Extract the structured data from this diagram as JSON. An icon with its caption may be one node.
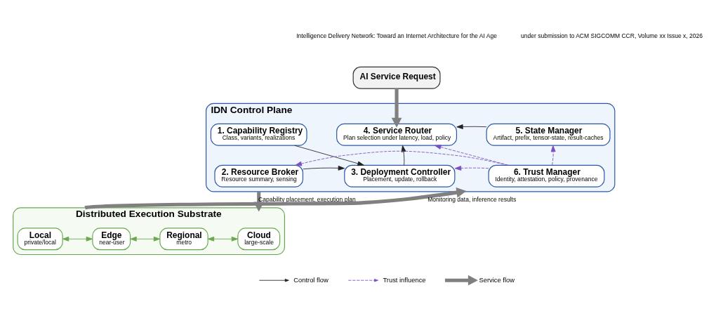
{
  "diagram": {
    "nodes": [
      {
        "text": [
          "AI Service Request"
        ]
      },
      {
        "text": [
          "IDN Control Plane"
        ]
      },
      {
        "text": [
          "1. Capability Registry",
          "Class, variants, realizations"
        ],
        "in": 1
      },
      {
        "text": [
          "2. Resource Broker",
          "Resource summary, sensing"
        ],
        "in": 1
      },
      {
        "text": [
          "3. Deployment Controller",
          "Placement, update, rollback"
        ],
        "in": 1
      },
      {
        "text": [
          "4. Service Router",
          "Plan selection under latency, load, policy"
        ],
        "in": 1
      },
      {
        "text": [
          "5. State Manager",
          "Artifact, prefix, tensor-state, result-caches"
        ],
        "in": 1
      },
      {
        "text": [
          "6. Trust Manager",
          "Identity, attestation, policy, provenance"
        ],
        "in": 1
      },
      {
        "text": [
          "Distributed Execution Substrate"
        ]
      },
      {
        "text": [
          "Cloud",
          "large-scale"
        ],
        "in": 8
      },
      {
        "text": [
          "Regional",
          "metro"
        ],
        "in": 8
      },
      {
        "text": [
          "Edge",
          "near-user"
        ],
        "in": 8
      },
      {
        "text": [
          "Local",
          "private/local"
        ],
        "in": 8
      }
    ],
    "edges": [
      {
        "from": 0,
        "to": 5,
        "arrow": "to",
        "style": "thick",
        "color": "#808080"
      },
      {
        "from": 2,
        "to": 4,
        "arrow": "to"
      },
      {
        "from": 3,
        "to": 4,
        "arrow": "to"
      },
      {
        "from": 4,
        "to": 5,
        "arrow": "to"
      },
      {
        "from": 6,
        "to": 5,
        "arrow": "to"
      },
      {
        "from": 7,
        "to": 5,
        "arrow": "to",
        "style": "dashed",
        "color": "#7b4fbf"
      },
      {
        "from": 7,
        "to": 6,
        "arrow": "to",
        "style": "dashed",
        "color": "#7b4fbf"
      },
      {
        "from": 7,
        "to": 4,
        "arrow": "to",
        "style": "dashed",
        "color": "#7b4fbf"
      },
      {
        "from": 7,
        "to": 3,
        "arrow": "to",
        "style": "dashed",
        "color": "#7b4fbf"
      },
      {
        "from": 1,
        "to": 8,
        "arrow": "to",
        "label": "Capability placement, execution plan",
        "style": "thick",
        "color": "#808080"
      },
      {
        "from": 8,
        "to": 1,
        "arrow": "to",
        "label": "Monitoring data, inference results",
        "style": "thick",
        "color": "#808080"
      },
      {
        "from": 9,
        "to": 10,
        "arrow": "both",
        "color": "#6aa84f"
      },
      {
        "from": 10,
        "to": 11,
        "arrow": "both",
        "color": "#6aa84f"
      },
      {
        "from": 11,
        "to": 12,
        "arrow": "both",
        "color": "#6aa84f"
      }
    ],
    "labels": [
      "Intelligence Delivery Network: Toward an Internet Architecture for the AI Age",
      "under submission to ACM SIGCOMM CCR, Volume xx Issue x, 2026"
    ],
    "legend": [
      {
        "text": "Control flow"
      },
      {
        "text": "Trust influence"
      },
      {
        "text": "Service flow"
      }
    ]
  }
}
